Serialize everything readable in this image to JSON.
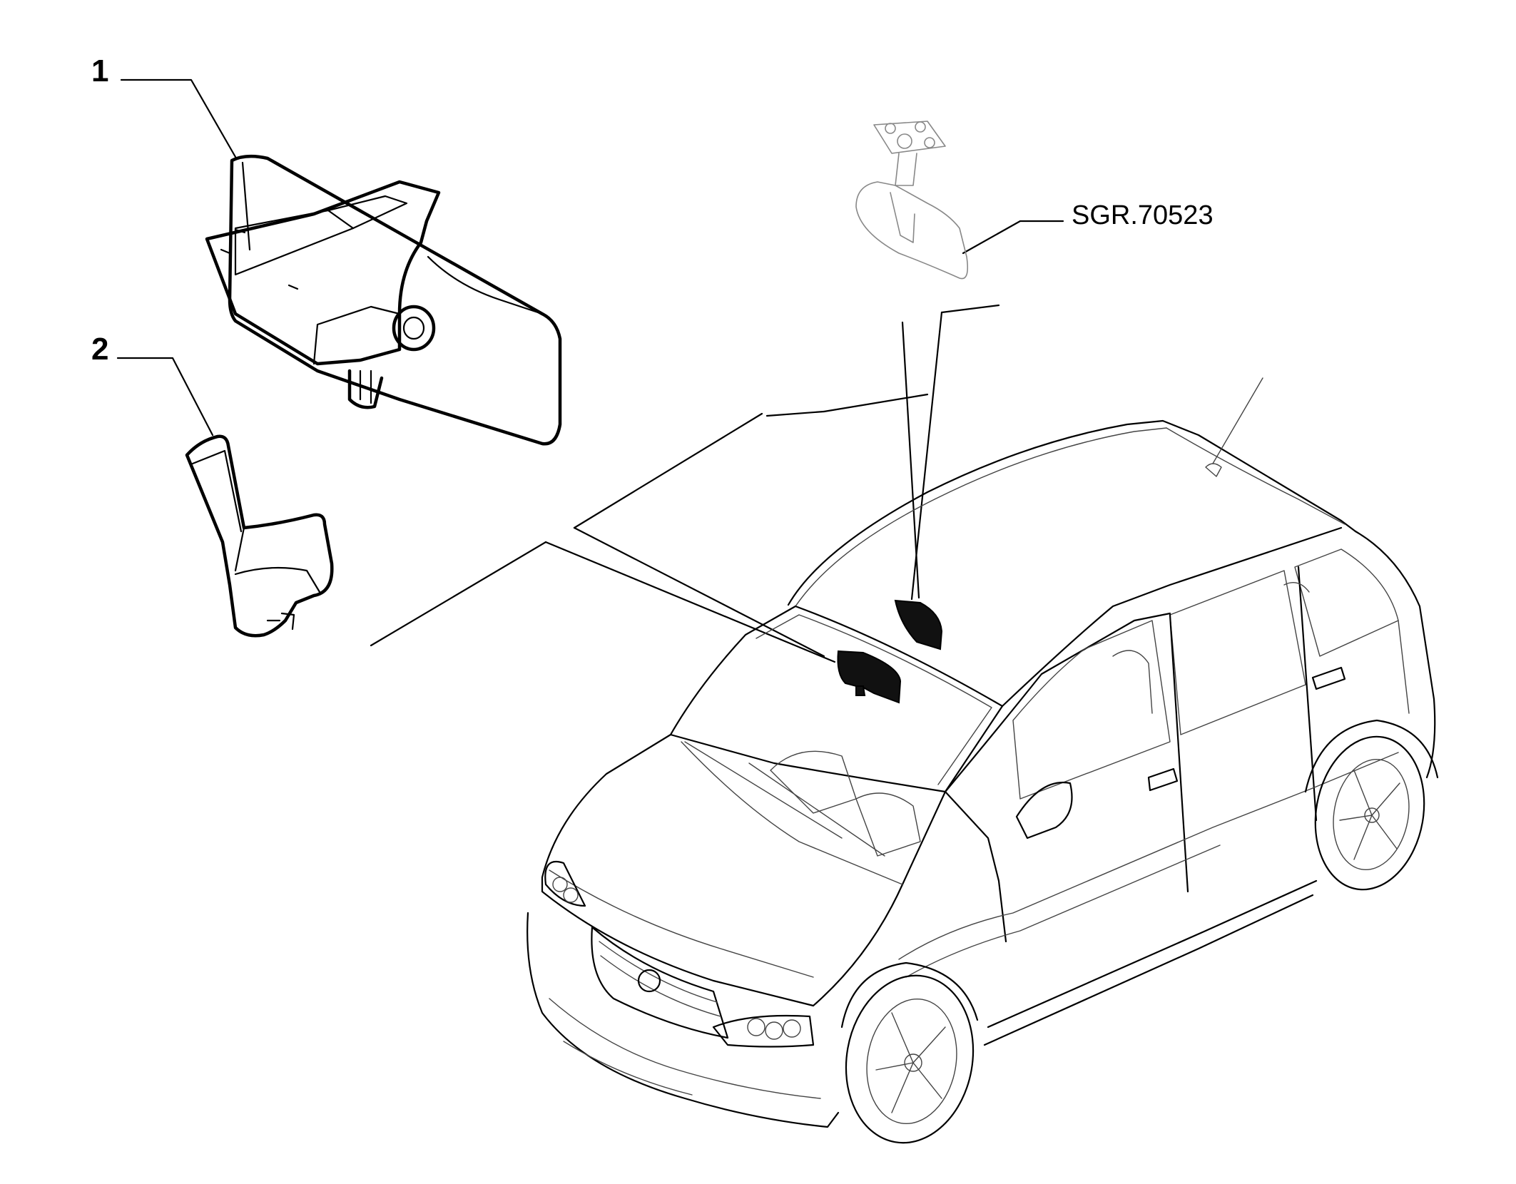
{
  "callouts": [
    {
      "id": "1",
      "label": "1"
    },
    {
      "id": "2",
      "label": "2"
    }
  ],
  "reference_code": "SGR.70523",
  "colors": {
    "ink": "#000000",
    "background": "#ffffff"
  }
}
